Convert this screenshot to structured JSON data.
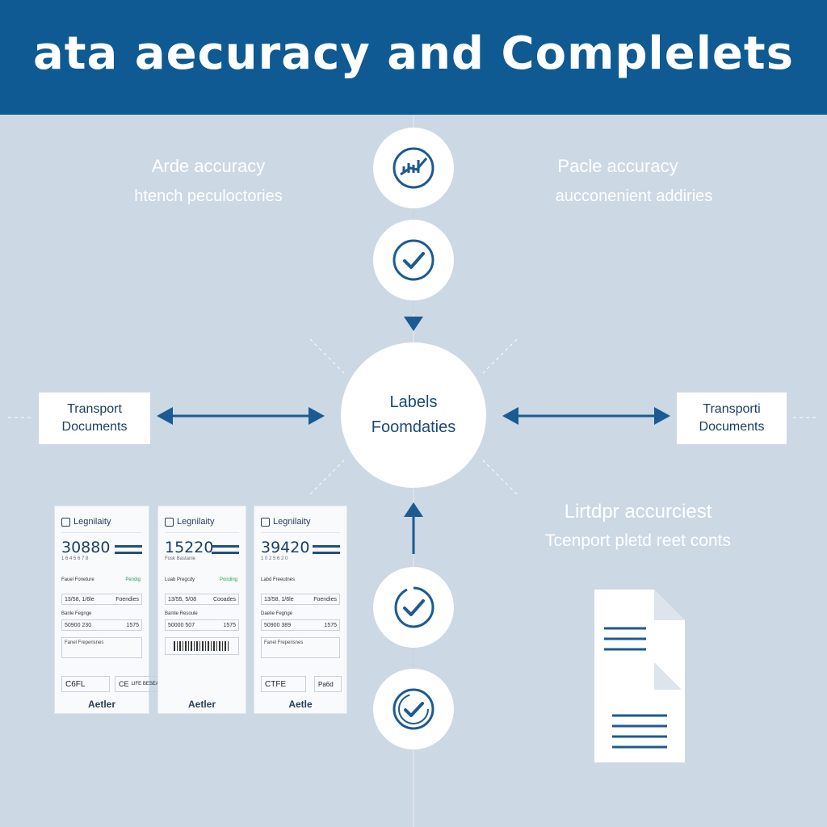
{
  "header": {
    "title": "ata aecuracy  and Complelets"
  },
  "left_panel": {
    "heading": "Arde accuracy",
    "subheading": "htench peculoctories"
  },
  "right_panel": {
    "heading": "Pacle accuracy",
    "subheading": "aucconenient addiries"
  },
  "lower_right_panel": {
    "heading": "Lirtdpr accurciest",
    "subheading": "Tcenport pletd reet conts"
  },
  "hub": {
    "title": "Labels",
    "subtitle": "Foomdaties"
  },
  "transport_boxes": [
    {
      "line1": "Transport",
      "line2": "Documents"
    },
    {
      "line1": "Transporti",
      "line2": "Documents"
    }
  ],
  "cards": [
    {
      "header": "Legnilaity",
      "number": "30880",
      "number_sub": "1 6 4 5 6 7 8",
      "label1": "Fauel Foneture",
      "tag": "Pendig",
      "row1_left": "13/58, 1/6le",
      "row1_right": "Foendies",
      "label2": "Banle Fegnge",
      "row2_left": "50900 230",
      "row2_right": "1575",
      "note": "Fanel Freperisnes",
      "foot1": "C6FL",
      "foot2": "CE",
      "foot2_text": "LIFE BESEAB",
      "caption": "Aetler"
    },
    {
      "header": "Legnilaity",
      "number": "15220",
      "number_sub": "Fosk Bastanie",
      "label1": "Luab Pregcdy",
      "tag": "Ponding",
      "row1_left": "13/55, 5/08",
      "row1_right": "Cooades",
      "label2": "Bantie Resoule",
      "row2_left": "50000 507",
      "row2_right": "1575",
      "caption": "Aetler"
    },
    {
      "header": "Legnilaity",
      "number": "39420",
      "number_sub": "1 0 2 5 6 2 0",
      "label1": "Labd Freeutnes",
      "tag": "",
      "row1_left": "13/58, 1/6le",
      "row1_right": "Foendies",
      "label2": "Daelie Fegnge",
      "row2_left": "50900 389",
      "row2_right": "1575",
      "note": "Fanel Freperisnes",
      "foot1": "CTFE",
      "foot2": "Pa6d",
      "caption": "Aetle"
    }
  ],
  "icons": [
    "chart-icon",
    "check-icon",
    "badge-check-icon",
    "refresh-check-icon",
    "document-icon"
  ],
  "colors": {
    "banner": "#0f5a92",
    "background": "#ccd8e4",
    "accent": "#1c5a92",
    "tag_green": "#2aa04a"
  }
}
